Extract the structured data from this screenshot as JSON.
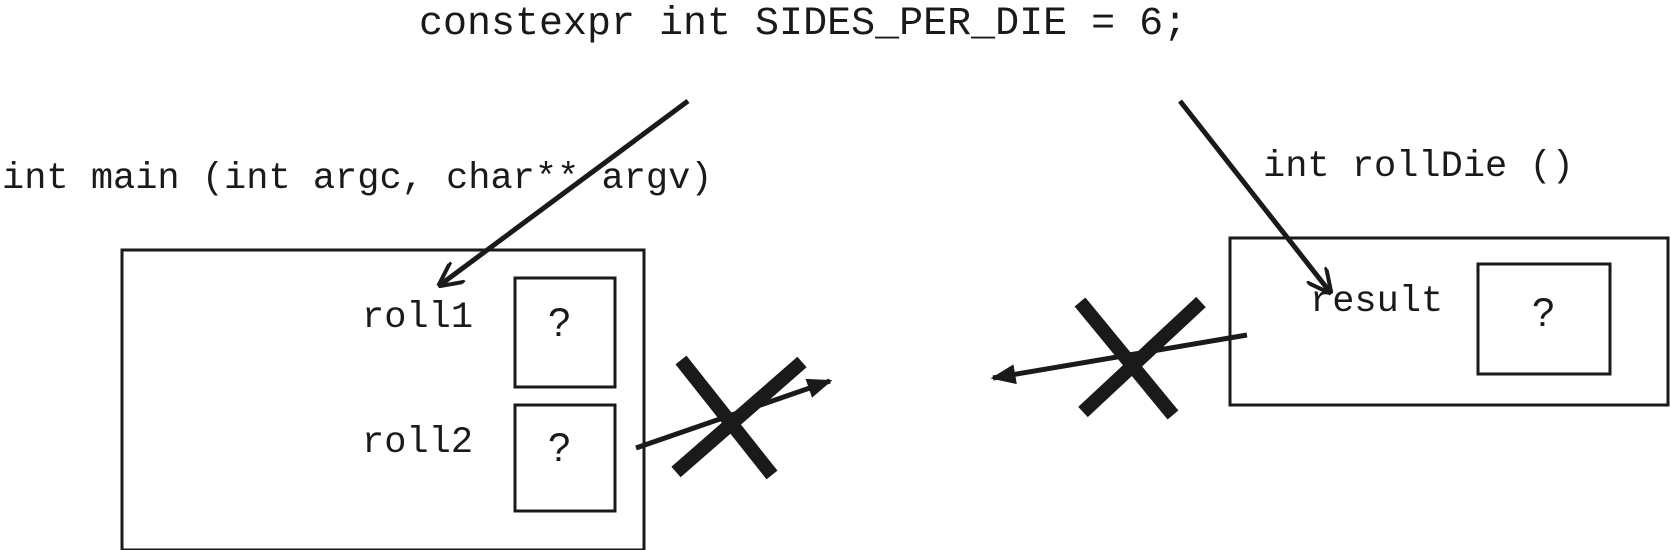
{
  "global": {
    "declaration": "constexpr int SIDES_PER_DIE = 6;"
  },
  "main_function": {
    "signature": "int main (int argc, char** argv)",
    "variables": [
      {
        "name": "roll1",
        "value": "?"
      },
      {
        "name": "roll2",
        "value": "?"
      }
    ]
  },
  "rolldie_function": {
    "signature": "int rollDie ()",
    "variables": [
      {
        "name": "result",
        "value": "?"
      }
    ]
  },
  "colors": {
    "ink": "#1a1a1a"
  }
}
